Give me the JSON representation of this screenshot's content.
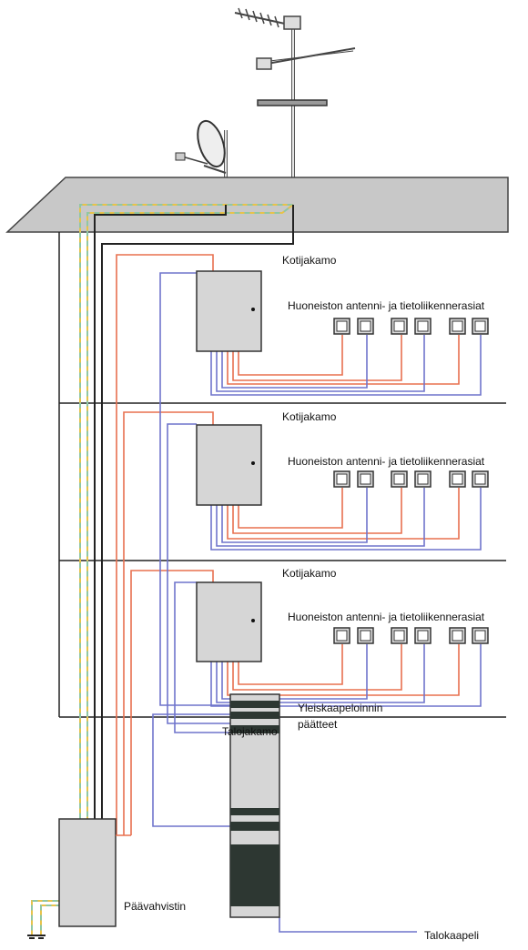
{
  "labels": {
    "kotijakamo": "Kotijakamo",
    "outlets": "Huoneiston antenni- ja tietoliikennerasiat",
    "talojakamo": "Talojakamo",
    "yleis_line1": "Yleiskaapeloinnin",
    "yleis_line2": "päätteet",
    "paavahvistin": "Päävahvistin",
    "talokaapeli": "Talokaapeli"
  },
  "colors": {
    "background": "#ffffff",
    "roof": "#c8c8c8",
    "box": "#d6d6d6",
    "structure": "#222222",
    "coax": "#e8704f",
    "data": "#6f74cc",
    "mast_dash_yellow": "#e8c24a",
    "mast_dash_green": "#8fc7a4",
    "rack_dark": "#2d3732"
  }
}
